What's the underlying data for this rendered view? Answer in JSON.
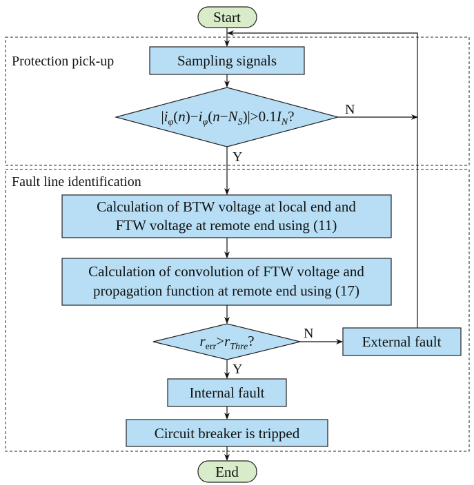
{
  "start": "Start",
  "end": "End",
  "sections": {
    "pickup": "Protection pick-up",
    "identification": "Fault line identification"
  },
  "steps": {
    "sampling": "Sampling signals",
    "btw_line1": "Calculation of BTW voltage at local end and",
    "btw_line2": "FTW voltage at remote end using (11)",
    "conv_line1": "Calculation of convolution of FTW voltage and",
    "conv_line2": "propagation function at remote end using (17)",
    "external": "External fault",
    "internal": "Internal fault",
    "breaker": "Circuit breaker is tripped"
  },
  "decision1": {
    "p1": "|",
    "i1": "i",
    "s1": "φ",
    "p2": "(",
    "n1": "n",
    "p3": ")−",
    "i2": "i",
    "s2": "φ",
    "p4": "(",
    "n2": "n",
    "p5": "−",
    "N": "N",
    "sS": "S",
    "p6": ")|>0.1",
    "I": "I",
    "sN": "N",
    "q": "?"
  },
  "decision2": {
    "r1": "r",
    "s1": "err",
    "gt": ">",
    "r2": "r",
    "s2": "Thre",
    "q": "?"
  },
  "labels": {
    "yes": "Y",
    "no": "N"
  },
  "colors": {
    "process": "#b7def4",
    "terminal": "#d9ecc9"
  }
}
